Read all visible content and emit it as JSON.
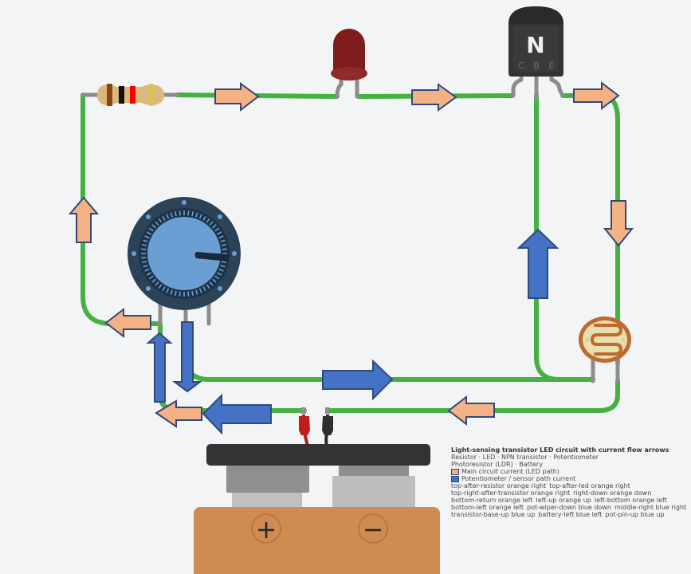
{
  "diagram": {
    "title": "Light-sensing transistor LED circuit with current flow arrows",
    "components": {
      "resistor": {
        "name": "Resistor",
        "bands": [
          "#8b4513",
          "#111111",
          "#ff0000",
          "#d4c84a"
        ]
      },
      "led": {
        "name": "LED",
        "color": "#7f1d1d"
      },
      "transistor": {
        "name": "NPN transistor",
        "type_label": "N",
        "pins": [
          "C",
          "B",
          "E"
        ]
      },
      "potentiometer": {
        "name": "Potentiometer"
      },
      "photoresistor": {
        "name": "Photoresistor (LDR)"
      },
      "battery": {
        "name": "Battery",
        "positive_label": "+",
        "negative_label": "−"
      }
    },
    "arrows": {
      "legend": {
        "orange": "Main circuit current (LED path)",
        "blue": "Potentiometer / sensor path current"
      },
      "colors": {
        "orange": "#f4b183",
        "blue": "#4472c4",
        "outline": "#2f4a7a"
      },
      "list": [
        {
          "id": "top-after-resistor",
          "color": "orange",
          "direction": "right"
        },
        {
          "id": "top-after-led",
          "color": "orange",
          "direction": "right"
        },
        {
          "id": "top-right-after-transistor",
          "color": "orange",
          "direction": "right"
        },
        {
          "id": "right-down",
          "color": "orange",
          "direction": "down"
        },
        {
          "id": "bottom-return",
          "color": "orange",
          "direction": "left"
        },
        {
          "id": "left-up",
          "color": "orange",
          "direction": "up"
        },
        {
          "id": "left-bottom",
          "color": "orange",
          "direction": "left"
        },
        {
          "id": "bottom-left",
          "color": "orange",
          "direction": "left"
        },
        {
          "id": "pot-wiper-down",
          "color": "blue",
          "direction": "down"
        },
        {
          "id": "middle-right",
          "color": "blue",
          "direction": "right"
        },
        {
          "id": "transistor-base-up",
          "color": "blue",
          "direction": "up"
        },
        {
          "id": "battery-left",
          "color": "blue",
          "direction": "left"
        },
        {
          "id": "pot-pin-up",
          "color": "blue",
          "direction": "up"
        }
      ]
    },
    "colors": {
      "wire": "#46b143",
      "background": "#f3f4f6",
      "battery_body": "#d08c50",
      "pot_outer": "#2b4257",
      "pot_dial": "#6b9fd4",
      "ldr_ring": "#c0692d",
      "ldr_face": "#e8e0b0"
    }
  }
}
